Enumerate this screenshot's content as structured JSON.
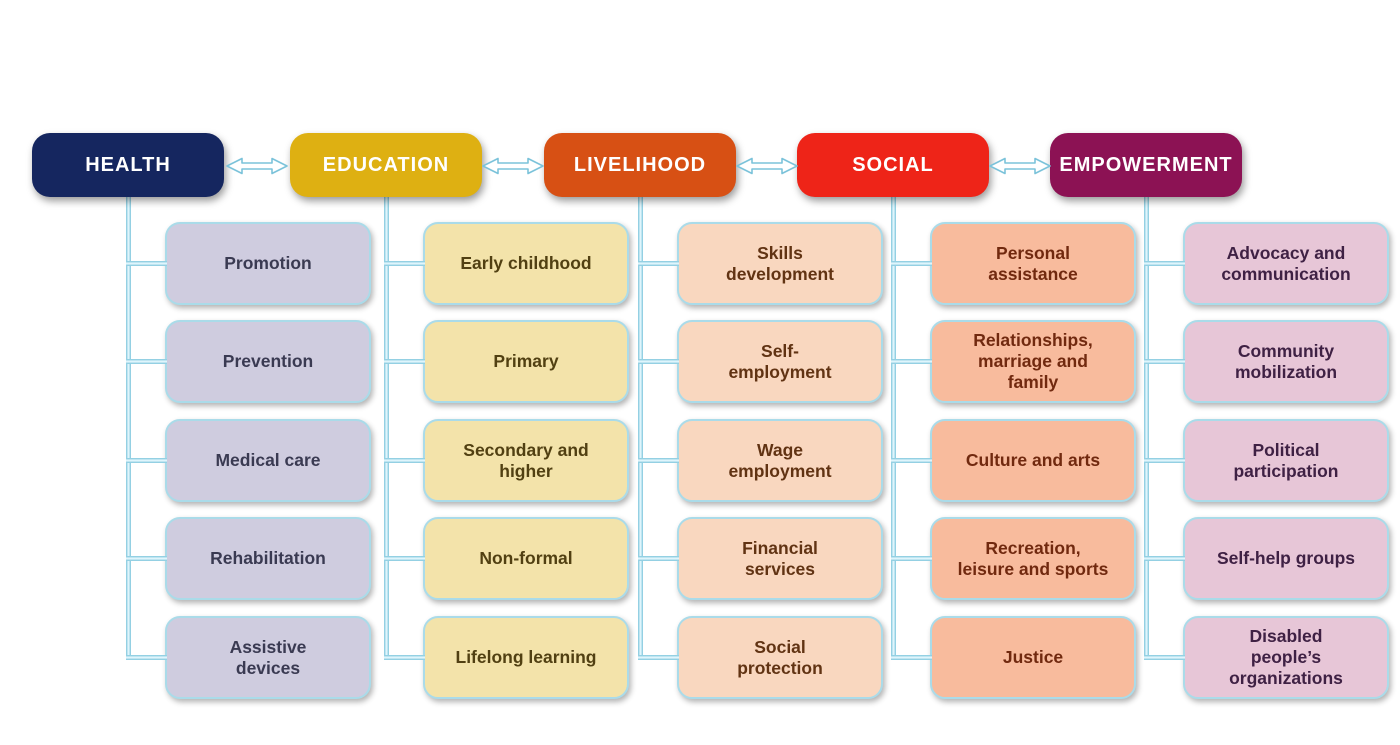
{
  "diagram": {
    "name": "CBR matrix"
  },
  "connector_color": "#8fd0e2",
  "arrow_fill": "#ffffff",
  "arrow_stroke": "#7cc3da",
  "columns": [
    {
      "id": "health",
      "label": "HEALTH",
      "header_color": "#15265f",
      "header_text_color": "#ffffff",
      "item_color": "#cfccdf",
      "item_text_color": "#3a3a52",
      "items": [
        "Promotion",
        "Prevention",
        "Medical care",
        "Rehabilitation",
        "Assistive\ndevices"
      ]
    },
    {
      "id": "education",
      "label": "EDUCATION",
      "header_color": "#deb012",
      "header_text_color": "#ffffff",
      "item_color": "#f3e3aa",
      "item_text_color": "#514012",
      "items": [
        "Early childhood",
        "Primary",
        "Secondary and\nhigher",
        "Non-formal",
        "Lifelong learning"
      ]
    },
    {
      "id": "livelihood",
      "label": "LIVELIHOOD",
      "header_color": "#d75014",
      "header_text_color": "#ffffff",
      "item_color": "#f9d7bf",
      "item_text_color": "#613313",
      "items": [
        "Skills\ndevelopment",
        "Self-\nemployment",
        "Wage\nemployment",
        "Financial\nservices",
        "Social\nprotection"
      ]
    },
    {
      "id": "social",
      "label": "SOCIAL",
      "header_color": "#ee2418",
      "header_text_color": "#ffffff",
      "item_color": "#f8bb9d",
      "item_text_color": "#71290f",
      "items": [
        "Personal\nassistance",
        "Relationships,\nmarriage and\nfamily",
        "Culture and arts",
        "Recreation,\nleisure and sports",
        "Justice"
      ]
    },
    {
      "id": "empowerment",
      "label": "EMPOWERMENT",
      "header_color": "#8c1254",
      "header_text_color": "#ffffff",
      "item_color": "#e7c6d7",
      "item_text_color": "#3f2144",
      "items": [
        "Advocacy and\ncommunication",
        "Community\nmobilization",
        "Political\nparticipation",
        "Self-help groups",
        "Disabled\npeople’s\norganizations"
      ]
    }
  ]
}
